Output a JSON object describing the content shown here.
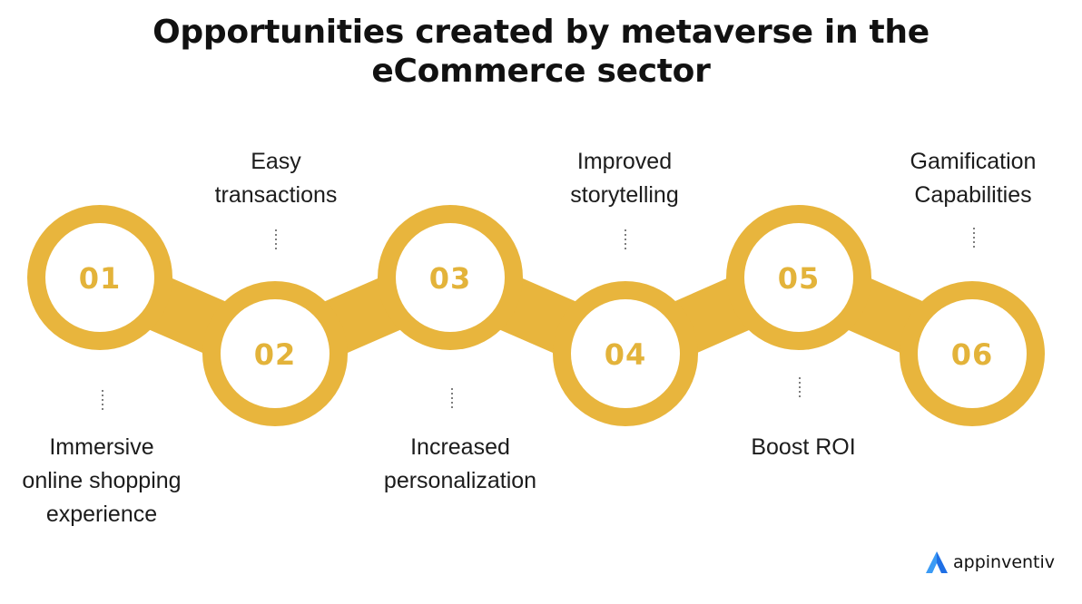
{
  "title": {
    "line1": "Opportunities created by metaverse in the",
    "line2": "eCommerce sector"
  },
  "colors": {
    "ring": "#e8b53d",
    "number": "#e3b33a",
    "text": "#1c1c1c"
  },
  "steps": [
    {
      "number": "01",
      "lines": [
        "Immersive",
        "online shopping",
        "experience"
      ]
    },
    {
      "number": "02",
      "lines": [
        "Easy",
        "transactions"
      ]
    },
    {
      "number": "03",
      "lines": [
        "Increased",
        "personalization"
      ]
    },
    {
      "number": "04",
      "lines": [
        "Improved",
        "storytelling"
      ]
    },
    {
      "number": "05",
      "lines": [
        "Boost ROI"
      ]
    },
    {
      "number": "06",
      "lines": [
        "Gamification",
        "Capabilities"
      ]
    }
  ],
  "logo": {
    "text": "appinventiv",
    "icon": "appinventiv-a-logo-icon"
  }
}
